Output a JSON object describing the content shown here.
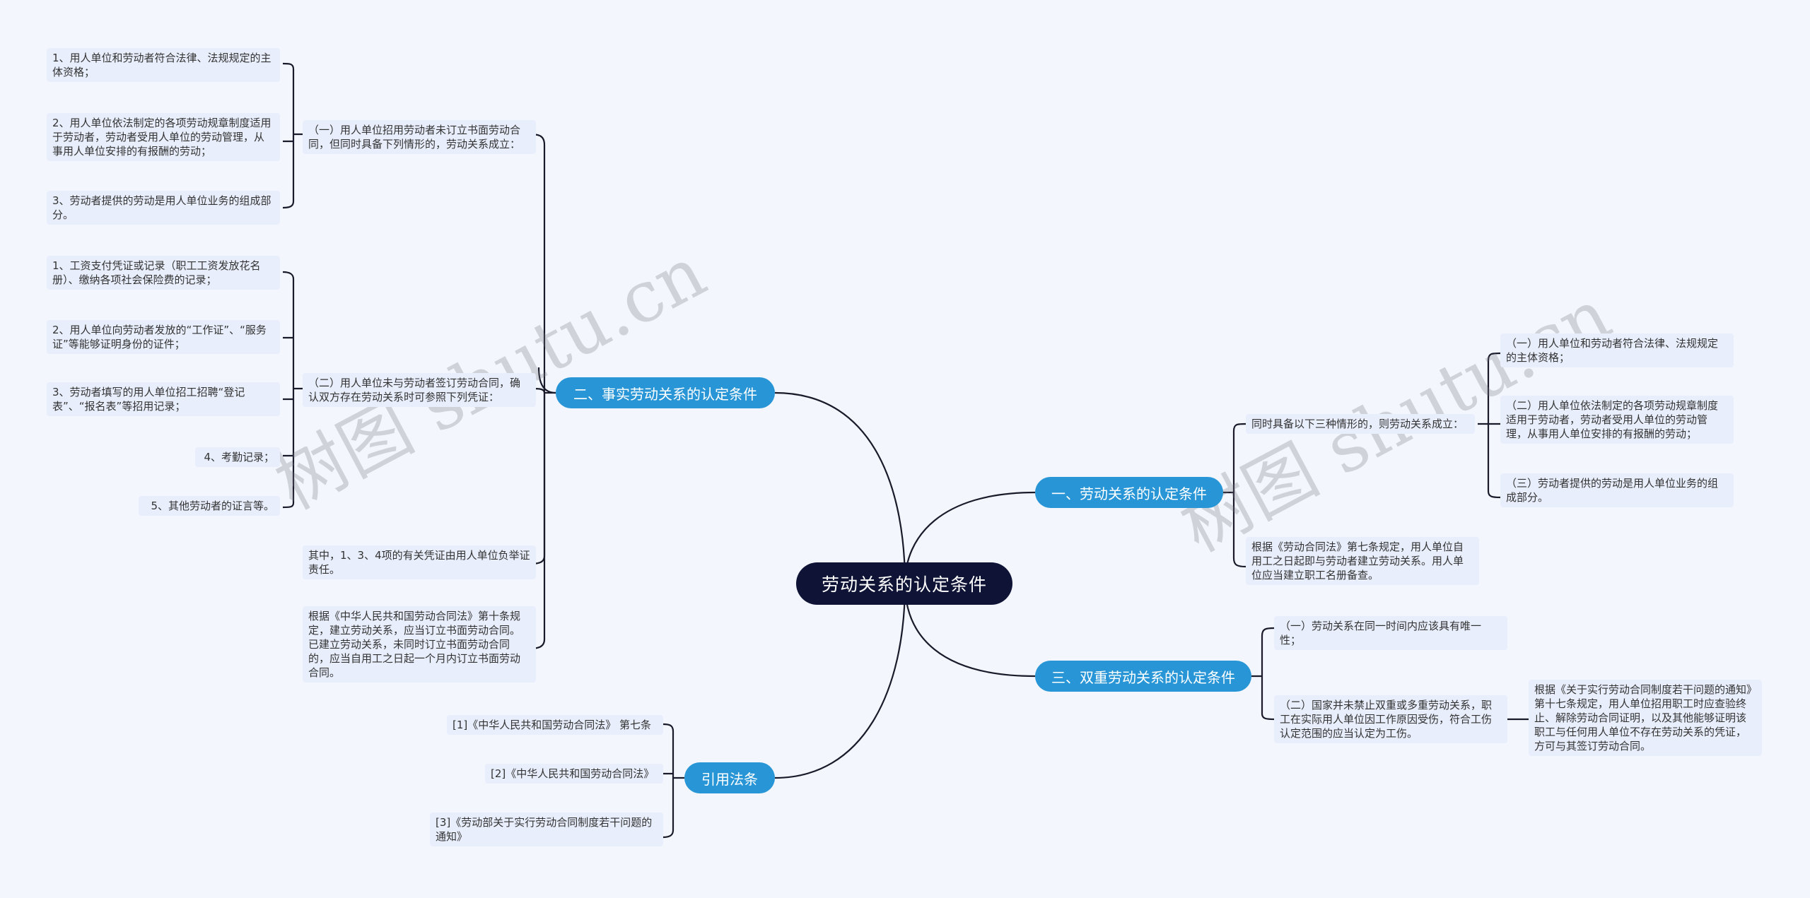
{
  "central": "劳动关系的认定条件",
  "branches": {
    "b1": {
      "label": "一、劳动关系的认定条件",
      "intro": "同时具备以下三种情形的，则劳动关系成立：",
      "items": [
        "（一）用人单位和劳动者符合法律、法规规定的主体资格；",
        "（二）用人单位依法制定的各项劳动规章制度适用于劳动者，劳动者受用人单位的劳动管理，从事用人单位安排的有报酬的劳动；",
        "（三）劳动者提供的劳动是用人单位业务的组成部分。"
      ],
      "basis": "根据《劳动合同法》第七条规定，用人单位自用工之日起即与劳动者建立劳动关系。用人单位应当建立职工名册备查。"
    },
    "b2": {
      "label": "二、事实劳动关系的认定条件",
      "sub1": {
        "text": "（一）用人单位招用劳动者未订立书面劳动合同，但同时具备下列情形的，劳动关系成立：",
        "items": [
          "1、用人单位和劳动者符合法律、法规规定的主体资格；",
          "2、用人单位依法制定的各项劳动规章制度适用于劳动者，劳动者受用人单位的劳动管理，从事用人单位安排的有报酬的劳动；",
          "3、劳动者提供的劳动是用人单位业务的组成部分。"
        ]
      },
      "sub2": {
        "text": "（二）用人单位未与劳动者签订劳动合同，确认双方存在劳动关系时可参照下列凭证：",
        "items": [
          "1、工资支付凭证或记录（职工工资发放花名册）、缴纳各项社会保险费的记录；",
          "2、用人单位向劳动者发放的“工作证”、“服务证”等能够证明身份的证件；",
          "3、劳动者填写的用人单位招工招聘“登记表”、“报名表”等招用记录；",
          "4、考勤记录；",
          "5、其他劳动者的证言等。"
        ]
      },
      "note": "其中，1、3、4项的有关凭证由用人单位负举证责任。",
      "basis": "根据《中华人民共和国劳动合同法》第十条规定，建立劳动关系，应当订立书面劳动合同。已建立劳动关系，未同时订立书面劳动合同的，应当自用工之日起一个月内订立书面劳动合同。"
    },
    "b3": {
      "label": "三、双重劳动关系的认定条件",
      "items": [
        "（一）劳动关系在同一时间内应该具有唯一性；",
        "（二）国家并未禁止双重或多重劳动关系，职工在实际用人单位因工作原因受伤，符合工伤认定范围的应当认定为工伤。"
      ],
      "basis": "根据《关于实行劳动合同制度若干问题的通知》第十七条规定，用人单位招用职工时应查验终止、解除劳动合同证明，以及其他能够证明该职工与任何用人单位不存在劳动关系的凭证，方可与其签订劳动合同。"
    },
    "b4": {
      "label": "引用法条",
      "items": [
        "[1]《中华人民共和国劳动合同法》 第七条",
        "[2]《中华人民共和国劳动合同法》",
        "[3]《劳动部关于实行劳动合同制度若干问题的通知》"
      ]
    }
  },
  "watermark": "树图 shutu.cn",
  "colors": {
    "background": "#f3f6fd",
    "central": "#0f1437",
    "branch": "#2896d6",
    "leaf": "#e8eefb",
    "line": "#1a1a2a"
  }
}
